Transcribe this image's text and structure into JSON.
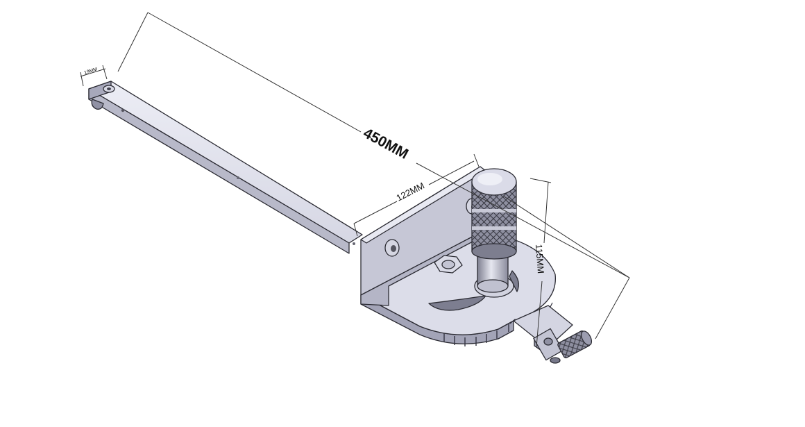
{
  "dimensions": {
    "overall_length": "450MM",
    "fence_length": "122MM",
    "height": "115MM",
    "bar_width": "19MM"
  },
  "colors": {
    "metal_light": "#e4e5ef",
    "metal_mid": "#c9cad8",
    "metal_dark": "#9c9db0",
    "edge": "#2b2b33",
    "dimension_line": "#333333"
  }
}
